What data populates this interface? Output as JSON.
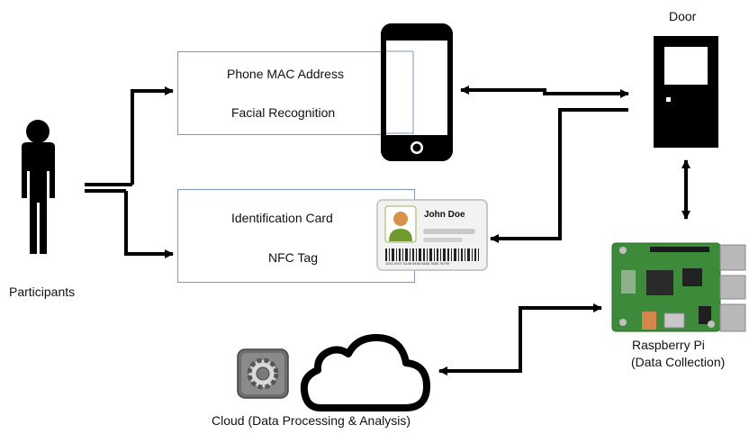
{
  "door": {
    "label": "Door"
  },
  "participants": {
    "label": "Participants"
  },
  "phone_box": {
    "line1": "Phone MAC Address",
    "line2": "Facial Recognition"
  },
  "card_box": {
    "line1": "Identification Card",
    "line2": "NFC Tag"
  },
  "id_card": {
    "name": "John Doe",
    "barcode_number": "1010 0007 5188 5488 5486 7685 78790"
  },
  "raspberry_pi": {
    "line1": "Raspberry Pi",
    "line2": "(Data Collection)"
  },
  "cloud": {
    "label": "Cloud (Data Processing & Analysis)"
  },
  "colors": {
    "arrow": "#000000",
    "box_border": "#7f97bf",
    "pcb": "#3d8a3a"
  }
}
